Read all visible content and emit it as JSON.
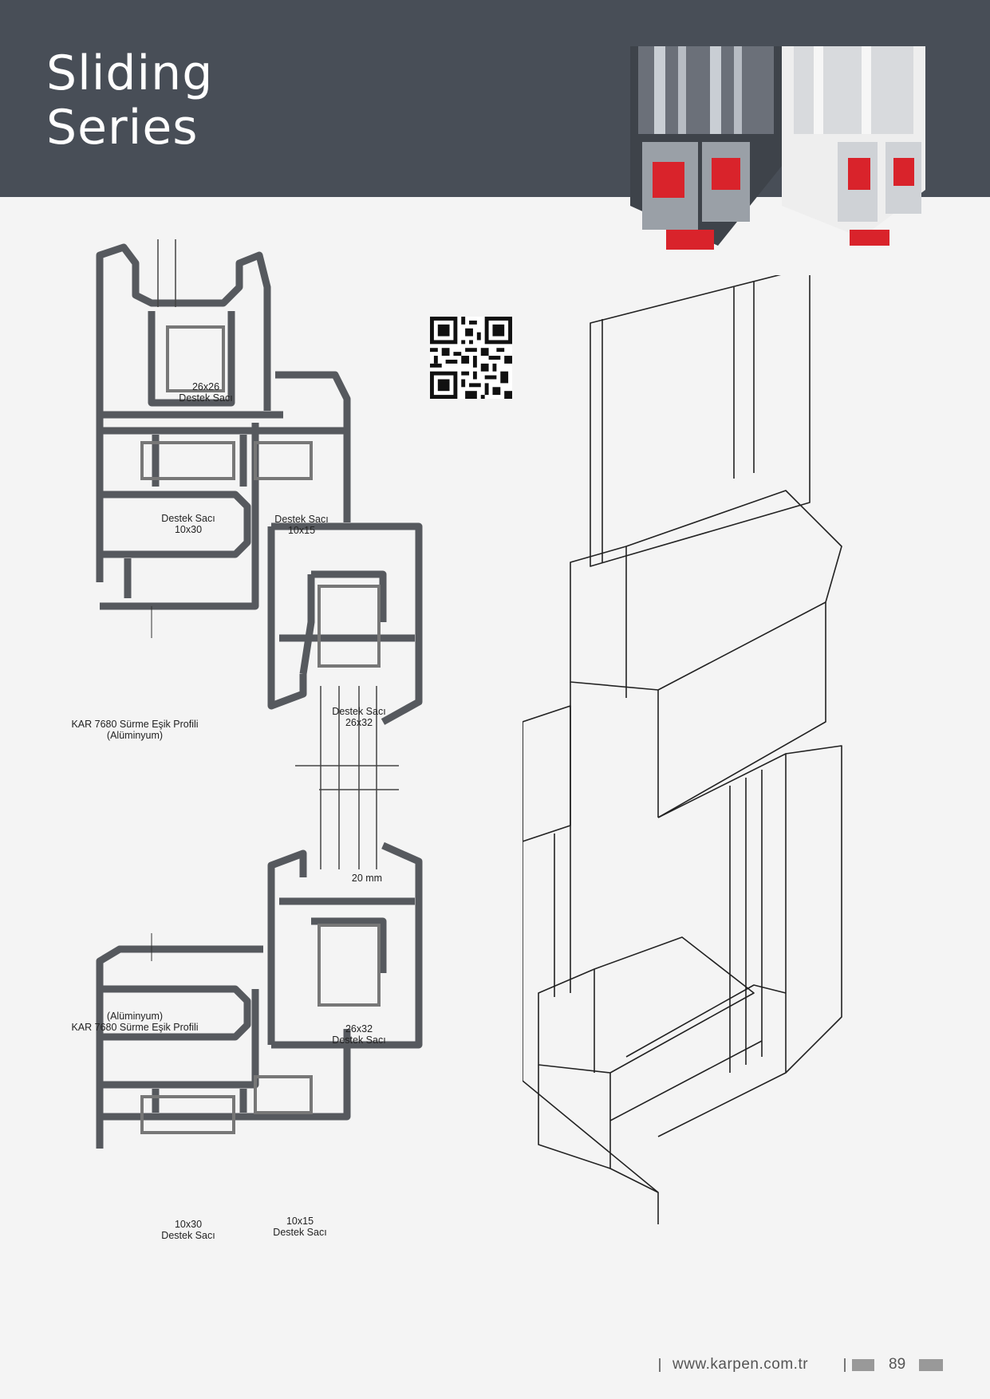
{
  "title": {
    "line1": "Sliding",
    "line2": "Series"
  },
  "labels": {
    "top_sash_reinforcement": {
      "size": "26x26",
      "name": "Destek Sacı"
    },
    "frame_reinforcement_left": {
      "name": "Destek Sacı",
      "size": "10x30"
    },
    "frame_reinforcement_right": {
      "name": "Destek Sacı",
      "size": "10x15"
    },
    "sash_reinforcement_mid": {
      "name": "Destek Sacı",
      "size": "26x32"
    },
    "threshold_top": {
      "line1": "KAR 7680 Sürme Eşik Profili",
      "line2": "(Alüminyum)"
    },
    "glass_gap": "20 mm",
    "threshold_bottom": {
      "line1": "(Alüminyum)",
      "line2": "KAR 7680 Sürme Eşik Profili"
    },
    "sash_reinforcement_low": {
      "size": "26x32",
      "name": "Destek Sacı"
    },
    "bottom_reinforcement_left": {
      "size": "10x30",
      "name": "Destek Sacı"
    },
    "bottom_reinforcement_right": {
      "size": "10x15",
      "name": "Destek Sacı"
    }
  },
  "footer": {
    "url": "www.karpen.com.tr",
    "page_number": "89"
  },
  "colors": {
    "header": "#484e57",
    "profile": "#56595e",
    "accent_red": "#d9232b",
    "background": "#f4f4f4"
  }
}
